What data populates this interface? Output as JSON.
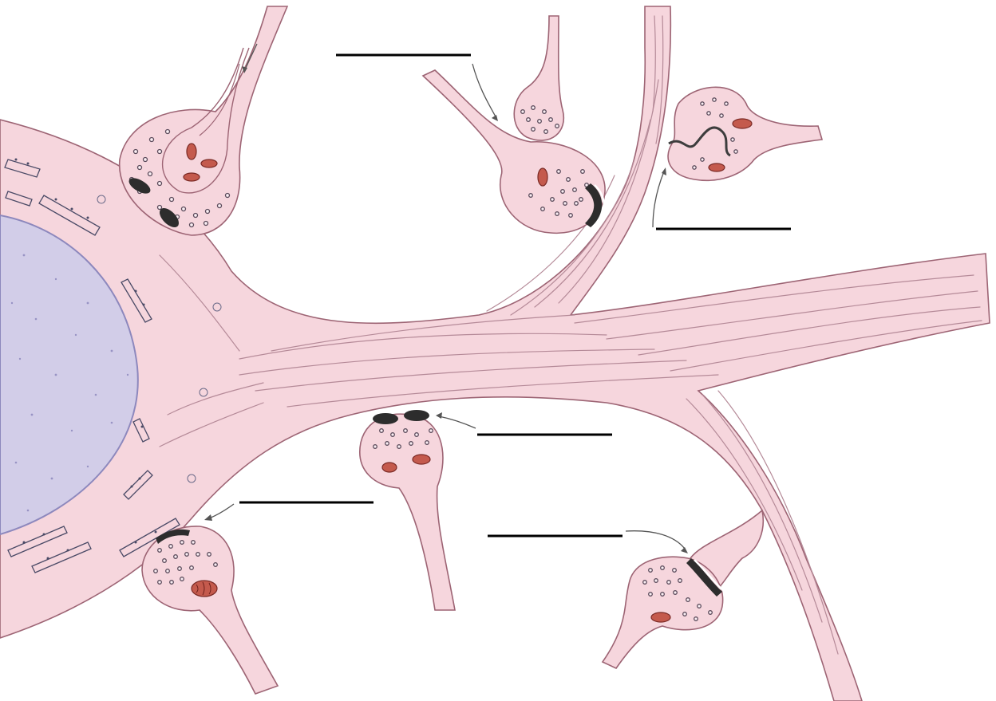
{
  "diagram": {
    "labels": [
      {
        "id": "blank-top-center",
        "text": ""
      },
      {
        "id": "blank-top-right",
        "text": ""
      },
      {
        "id": "blank-middle-right",
        "text": ""
      },
      {
        "id": "blank-lower-left",
        "text": ""
      },
      {
        "id": "blank-lower-right",
        "text": ""
      }
    ],
    "colors": {
      "cytoplasm": "#f6d6dd",
      "outline": "#9d6474",
      "nucleus": "#d2cde8",
      "nucleus_outline": "#8d88bd",
      "mitochondria": "#c45a4d",
      "vesicle": "#5a4a5a",
      "synaptic_thickening": "#2d2d2d",
      "fiber": "#b58a98",
      "arrow": "#555555"
    }
  }
}
